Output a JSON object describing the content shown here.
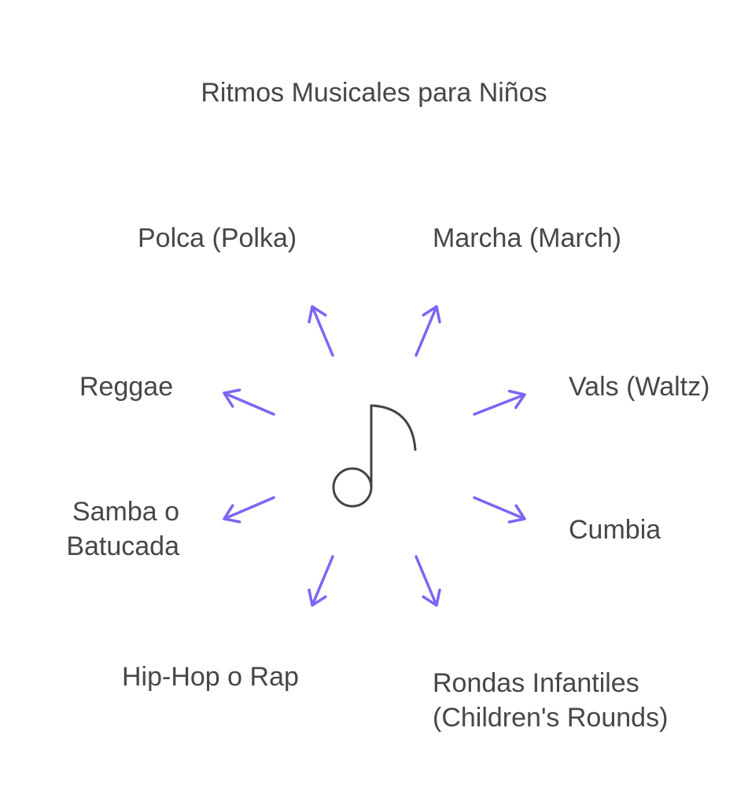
{
  "title": "Ritmos Musicales para Niños",
  "center_icon": "music-note-icon",
  "colors": {
    "arrow": "#7b66f5",
    "icon": "#444444",
    "text": "#474747"
  },
  "items": [
    {
      "label": "Polca (Polka)"
    },
    {
      "label": "Marcha (March)"
    },
    {
      "label": "Reggae"
    },
    {
      "label": "Vals (Waltz)"
    },
    {
      "label_line1": "Samba o",
      "label_line2": "Batucada"
    },
    {
      "label": "Cumbia"
    },
    {
      "label": "Hip-Hop o Rap"
    },
    {
      "label_line1": "Rondas Infantiles",
      "label_line2": "(Children's Rounds)"
    }
  ]
}
